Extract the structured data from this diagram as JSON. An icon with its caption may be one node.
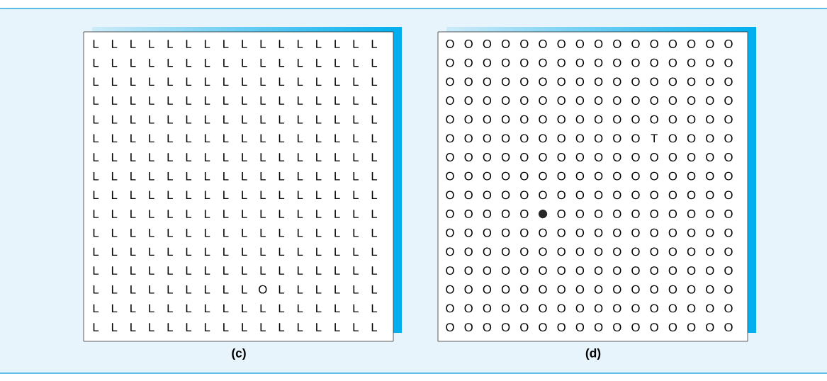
{
  "diagram": {
    "nodes": [
      {
        "text": [
          "L",
          "L",
          "L",
          "L",
          "L",
          "L",
          "L",
          "L",
          "L",
          "L",
          "L",
          "L",
          "L",
          "L",
          "L",
          "L",
          "L",
          "L",
          "L",
          "L",
          "L",
          "L",
          "L",
          "L",
          "L",
          "L",
          "L",
          "L",
          "L",
          "L",
          "L",
          "L",
          "L",
          "L",
          "L",
          "L",
          "L",
          "L",
          "L",
          "L",
          "L",
          "L",
          "L",
          "L",
          "L",
          "L",
          "L",
          "L",
          "L",
          "L",
          "L",
          "L",
          "L",
          "L",
          "L",
          "L",
          "L",
          "L",
          "L",
          "L",
          "L",
          "L",
          "L",
          "L",
          "L",
          "L",
          "L",
          "L",
          "L",
          "L",
          "L",
          "L",
          "L",
          "L",
          "L",
          "L",
          "L",
          "L",
          "L",
          "L",
          "L",
          "L",
          "L",
          "L",
          "L",
          "L",
          "L",
          "L",
          "L",
          "L",
          "L",
          "L",
          "L",
          "L",
          "L",
          "L",
          "L",
          "L",
          "L",
          "L",
          "L",
          "L",
          "L",
          "L",
          "L",
          "L",
          "L",
          "L",
          "L",
          "L",
          "L",
          "L",
          "L",
          "L",
          "L",
          "L",
          "L",
          "L",
          "L",
          "L",
          "L",
          "L",
          "L",
          "L",
          "L",
          "L",
          "L",
          "L",
          "L",
          "L",
          "L",
          "L",
          "L",
          "L",
          "L",
          "L",
          "L",
          "L",
          "L",
          "L",
          "L",
          "L",
          "L",
          "L",
          "L",
          "L",
          "L",
          "L",
          "L",
          "L",
          "L",
          "L",
          "L",
          "L",
          "L",
          "L",
          "L",
          "L",
          "L",
          "L",
          "L",
          "L",
          "L",
          "L",
          "L",
          "L",
          "L",
          "L",
          "L",
          "L",
          "L",
          "L",
          "L",
          "L",
          "L",
          "L",
          "L",
          "L",
          "L",
          "L",
          "L",
          "L",
          "L",
          "L",
          "L",
          "L",
          "L",
          "L",
          "L",
          "L",
          "L",
          "L",
          "L",
          "L",
          "L",
          "L",
          "L",
          "L",
          "L",
          "L",
          "L",
          "L",
          "L",
          "L",
          "L",
          "L",
          "L",
          "L",
          "L",
          "L",
          "L",
          "L",
          "L",
          "L",
          "L",
          "L",
          "L",
          "O",
          "L",
          "L",
          "L",
          "L",
          "L",
          "L",
          "L",
          "L",
          "L",
          "L",
          "L",
          "L",
          "L",
          "L",
          "L",
          "L",
          "L",
          "L",
          "L",
          "L",
          "L",
          "L",
          "L",
          "L",
          "L",
          "L",
          "L",
          "L",
          "L",
          "L",
          "L",
          "L",
          "L",
          "L",
          "L",
          "L",
          "L",
          "L"
        ],
        "beside": [
          "(c)"
        ]
      },
      {
        "text": [
          "O",
          "O",
          "O",
          "O",
          "O",
          "O",
          "O",
          "O",
          "O",
          "O",
          "O",
          "O",
          "O",
          "O",
          "O",
          "O",
          "O",
          "O",
          "O",
          "O",
          "O",
          "O",
          "O",
          "O",
          "O",
          "O",
          "O",
          "O",
          "O",
          "O",
          "O",
          "O",
          "O",
          "O",
          "O",
          "O",
          "O",
          "O",
          "O",
          "O",
          "O",
          "O",
          "O",
          "O",
          "O",
          "O",
          "O",
          "O",
          "O",
          "O",
          "O",
          "O",
          "O",
          "O",
          "O",
          "O",
          "O",
          "O",
          "O",
          "O",
          "O",
          "O",
          "O",
          "O",
          "O",
          "O",
          "O",
          "O",
          "O",
          "O",
          "O",
          "O",
          "O",
          "O",
          "O",
          "O",
          "O",
          "O",
          "O",
          "O",
          "O",
          "O",
          "O",
          "O",
          "O",
          "O",
          "O",
          "O",
          "O",
          "O",
          "O",
          "T",
          "O",
          "O",
          "O",
          "O",
          "O",
          "O",
          "O",
          "O",
          "O",
          "O",
          "O",
          "O",
          "O",
          "O",
          "O",
          "O",
          "O",
          "O",
          "O",
          "O",
          "O",
          "O",
          "O",
          "O",
          "O",
          "O",
          "O",
          "O",
          "O",
          "O",
          "O",
          "O",
          "O",
          "O",
          "O",
          "O",
          "O",
          "O",
          "O",
          "O",
          "O",
          "O",
          "O",
          "O",
          "O",
          "O",
          "O",
          "O",
          "O",
          "O",
          "O",
          "O",
          "O",
          "O",
          "O",
          "O",
          "O",
          "O",
          "O",
          "O",
          "O",
          "O",
          "O",
          "O",
          "O",
          "O",
          "O",
          "O",
          "O",
          "O",
          "O",
          "O",
          "O",
          "O",
          "O",
          "O",
          "O",
          "O",
          "O",
          "O",
          "O",
          "O",
          "O",
          "O",
          "O",
          "O",
          "O",
          "O",
          "O",
          "O",
          "O",
          "O",
          "O",
          "O",
          "O",
          "O",
          "O",
          "O",
          "O",
          "O",
          "O",
          "O",
          "O",
          "O",
          "O",
          "O",
          "O",
          "O",
          "O",
          "O",
          "O",
          "O",
          "O",
          "O",
          "O",
          "O",
          "O",
          "O",
          "O",
          "O",
          "O",
          "O",
          "O",
          "O",
          "O",
          "O",
          "O",
          "O",
          "O",
          "O",
          "O",
          "O",
          "O",
          "O",
          "O",
          "O",
          "O",
          "O",
          "O",
          "O",
          "O",
          "O",
          "O",
          "O",
          "O",
          "O",
          "O",
          "O",
          "O",
          "O",
          "O",
          "O",
          "O",
          "O",
          "O",
          "O",
          "O",
          "O",
          "O",
          "O",
          "O",
          "O",
          "O"
        ],
        "beside": [
          "(d)"
        ]
      }
    ]
  }
}
